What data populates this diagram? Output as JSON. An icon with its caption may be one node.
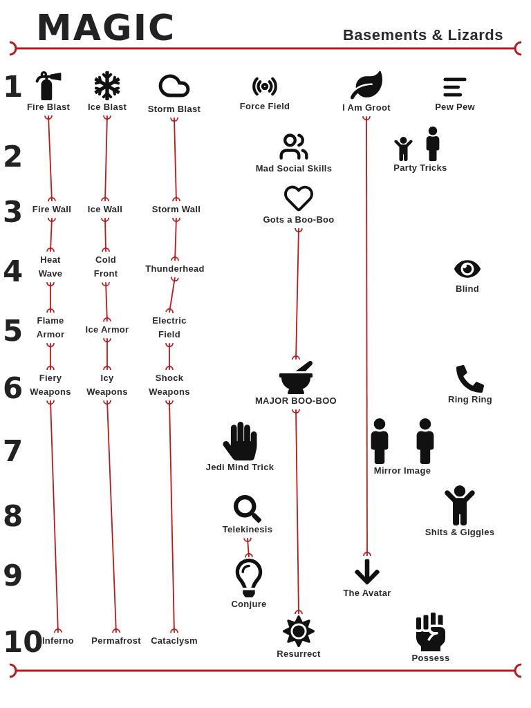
{
  "diagram": {
    "title": "MAGIC",
    "nodes": [
      {
        "text": [
          "Fire Blast"
        ]
      },
      {
        "text": [
          "Ice Blast"
        ]
      },
      {
        "text": [
          "Storm Blast"
        ]
      },
      {
        "text": [
          "Force Field"
        ]
      },
      {
        "text": [
          "I Am Groot"
        ]
      },
      {
        "text": [
          "Pew Pew"
        ]
      },
      {
        "text": [
          "Mad Social Skills"
        ]
      },
      {
        "text": [
          "Party Tricks"
        ]
      },
      {
        "text": [
          "Fire Wall"
        ]
      },
      {
        "text": [
          "Ice Wall"
        ]
      },
      {
        "text": [
          "Storm Wall"
        ]
      },
      {
        "text": [
          "Gots a Boo-Boo"
        ]
      },
      {
        "text": [
          "Heat Wave"
        ]
      },
      {
        "text": [
          "Cold Front"
        ]
      },
      {
        "text": [
          "Thunderhead"
        ]
      },
      {
        "text": [
          "Blind"
        ]
      },
      {
        "text": [
          "Flame Armor"
        ]
      },
      {
        "text": [
          "Ice Armor"
        ]
      },
      {
        "text": [
          "Electric Field"
        ]
      },
      {
        "text": [
          "Fiery Weapons"
        ]
      },
      {
        "text": [
          "Icy Weapons"
        ]
      },
      {
        "text": [
          "Shock Weapons"
        ]
      },
      {
        "text": [
          "MAJOR BOO-BOO"
        ]
      },
      {
        "text": [
          "Ring Ring"
        ]
      },
      {
        "text": [
          "Jedi Mind Trick"
        ]
      },
      {
        "text": [
          "Mirror Image"
        ]
      },
      {
        "text": [
          "Telekinesis"
        ]
      },
      {
        "text": [
          "Shits & Giggles"
        ]
      },
      {
        "text": [
          "Conjure"
        ]
      },
      {
        "text": [
          "The Avatar"
        ]
      },
      {
        "text": [
          "Inferno"
        ]
      },
      {
        "text": [
          "Permafrost"
        ]
      },
      {
        "text": [
          "Cataclysm"
        ]
      },
      {
        "text": [
          "Resurrect"
        ]
      },
      {
        "text": [
          "Possess"
        ]
      }
    ],
    "edges": [
      {
        "from": 0,
        "to": 8,
        "arrow": "other"
      },
      {
        "from": 1,
        "to": 9,
        "arrow": "other"
      },
      {
        "from": 2,
        "to": 10,
        "arrow": "other"
      },
      {
        "from": 8,
        "to": 12,
        "arrow": "other"
      },
      {
        "from": 9,
        "to": 13,
        "arrow": "other"
      },
      {
        "from": 10,
        "to": 14,
        "arrow": "other"
      },
      {
        "from": 12,
        "to": 16,
        "arrow": "other"
      },
      {
        "from": 13,
        "to": 17,
        "arrow": "other"
      },
      {
        "from": 14,
        "to": 18,
        "arrow": "other"
      },
      {
        "from": 16,
        "to": 19,
        "arrow": "other"
      },
      {
        "from": 17,
        "to": 20,
        "arrow": "other"
      },
      {
        "from": 18,
        "to": 21,
        "arrow": "other"
      },
      {
        "from": 19,
        "to": 30,
        "arrow": "other"
      },
      {
        "from": 20,
        "to": 31,
        "arrow": "other"
      },
      {
        "from": 21,
        "to": 32,
        "arrow": "other"
      },
      {
        "from": 11,
        "to": 22,
        "arrow": "other"
      },
      {
        "from": 22,
        "to": 33,
        "arrow": "other"
      },
      {
        "from": 4,
        "to": 29,
        "arrow": "other"
      },
      {
        "from": 26,
        "to": 28,
        "arrow": "other"
      }
    ],
    "labels": [
      "Basements & Lizards",
      "1",
      "2",
      "3",
      "4",
      "5",
      "6",
      "7",
      "8",
      "9",
      "10"
    ]
  }
}
